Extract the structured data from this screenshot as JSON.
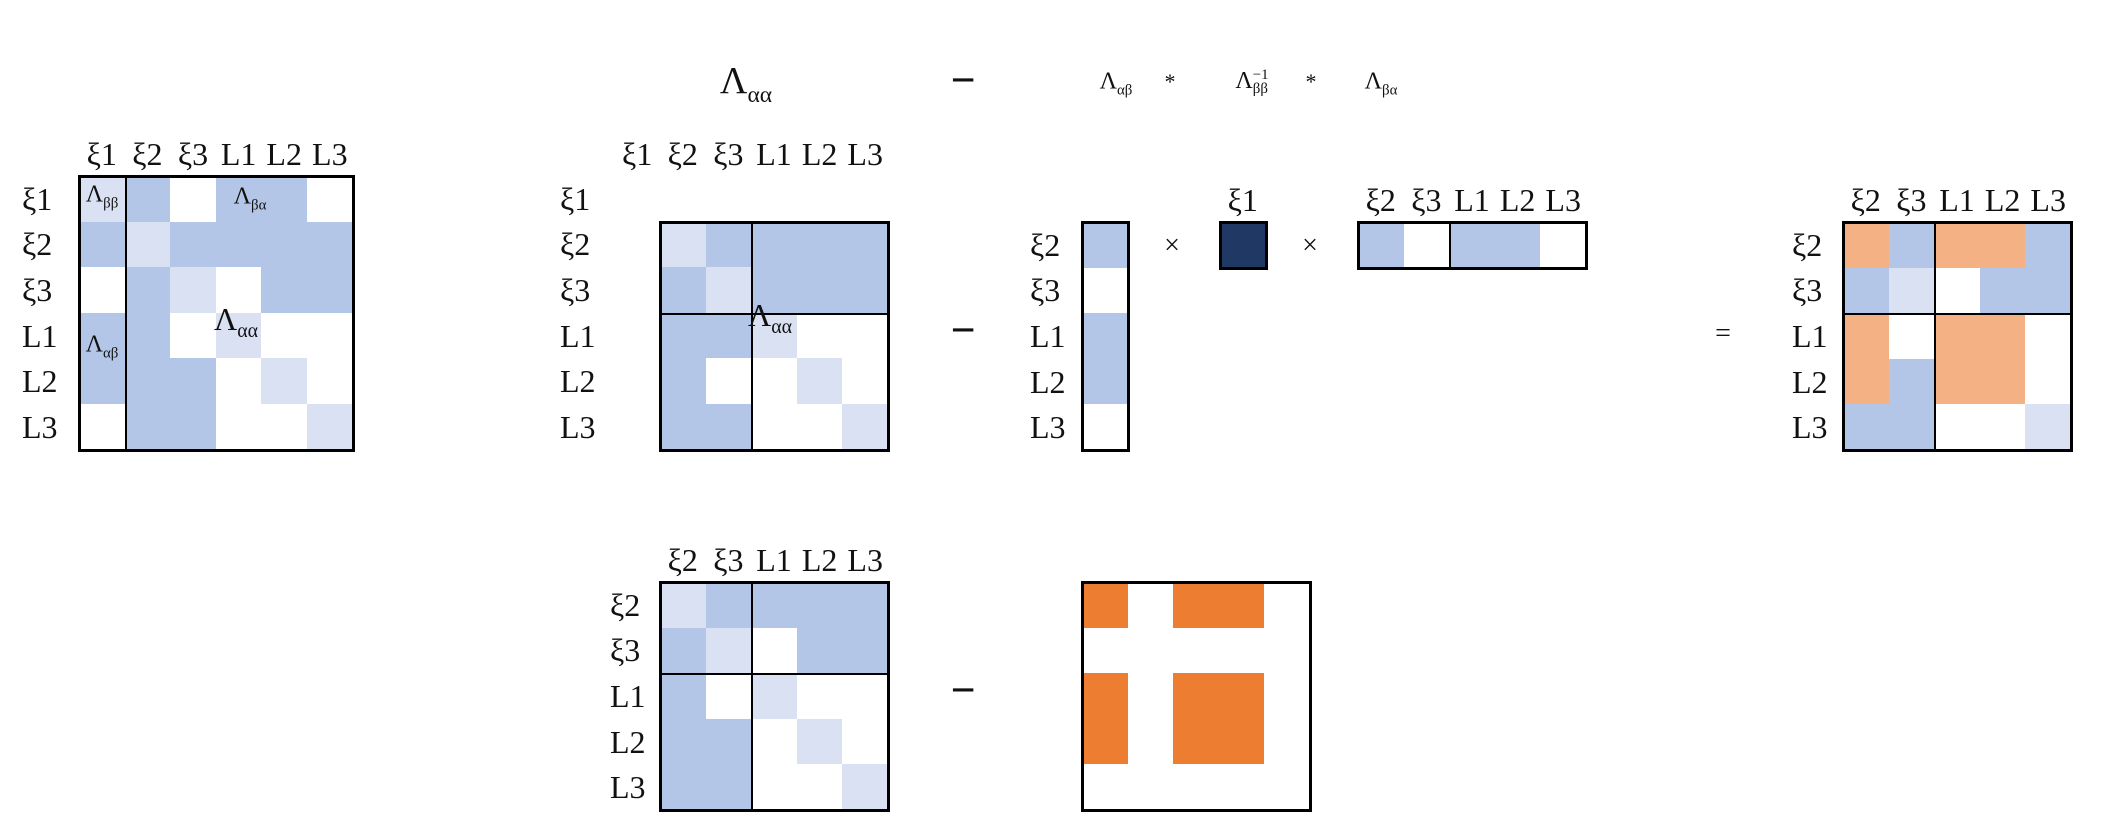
{
  "colors": {
    "blue": "#b4c6e7",
    "light_blue": "#d9e1f2",
    "navy": "#203864",
    "peach": "#f4b183",
    "orange": "#ed7d31",
    "white": "#ffffff",
    "line": "#000000"
  },
  "header": {
    "lambda_aa": {
      "base": "Λ",
      "sub": "αα"
    },
    "minus": "−",
    "lambda_ab": {
      "base": "Λ",
      "sub": "αβ"
    },
    "star1": "*",
    "lambda_bb_inv": {
      "base": "Λ",
      "sub": "ββ",
      "sup": "−1"
    },
    "star2": "*",
    "lambda_ba": {
      "base": "Λ",
      "sub": "βα"
    }
  },
  "operators": {
    "minus_row1": "−",
    "times1": "×",
    "times2": "×",
    "equals": "=",
    "minus_row2": "−"
  },
  "matrices": {
    "full": {
      "col_labels": [
        "ξ1",
        "ξ2",
        "ξ3",
        "L1",
        "L2",
        "L3"
      ],
      "row_labels": [
        "ξ1",
        "ξ2",
        "ξ3",
        "L1",
        "L2",
        "L3"
      ],
      "cells": [
        [
          "L",
          "B",
          "W",
          "B",
          "B",
          "W"
        ],
        [
          "B",
          "L",
          "B",
          "B",
          "B",
          "B"
        ],
        [
          "W",
          "B",
          "L",
          "W",
          "B",
          "B"
        ],
        [
          "B",
          "B",
          "W",
          "L",
          "W",
          "W"
        ],
        [
          "B",
          "B",
          "B",
          "W",
          "L",
          "W"
        ],
        [
          "W",
          "B",
          "B",
          "W",
          "W",
          "L"
        ]
      ],
      "inlays": {
        "lambda_bb": {
          "base": "Λ",
          "sub": "ββ"
        },
        "lambda_ba": {
          "base": "Λ",
          "sub": "βα"
        },
        "lambda_ab": {
          "base": "Λ",
          "sub": "αβ"
        },
        "lambda_aa": {
          "base": "Λ",
          "sub": "αα"
        }
      }
    },
    "alpha": {
      "col_labels": [
        "ξ1",
        "ξ2",
        "ξ3",
        "L1",
        "L2",
        "L3"
      ],
      "row_labels": [
        "ξ1",
        "ξ2",
        "ξ3",
        "L1",
        "L2",
        "L3"
      ],
      "cells": [
        [
          "L",
          "B",
          "B",
          "B",
          "B"
        ],
        [
          "B",
          "L",
          "B",
          "B",
          "B"
        ],
        [
          "B",
          "B",
          "L",
          "W",
          "W"
        ],
        [
          "B",
          "W",
          "W",
          "L",
          "W"
        ],
        [
          "B",
          "B",
          "W",
          "W",
          "L"
        ]
      ],
      "inlays": {
        "lambda_aa": {
          "base": "Λ",
          "sub": "αα"
        }
      }
    },
    "col_vec": {
      "row_labels": [
        "ξ2",
        "ξ3",
        "L1",
        "L2",
        "L3"
      ],
      "cells": [
        [
          "B"
        ],
        [
          "W"
        ],
        [
          "B"
        ],
        [
          "B"
        ],
        [
          "W"
        ]
      ]
    },
    "scalar": {
      "col_labels": [
        "ξ1"
      ],
      "cells": [
        [
          "N"
        ]
      ]
    },
    "row_vec": {
      "col_labels": [
        "ξ2",
        "ξ3",
        "L1",
        "L2",
        "L3"
      ],
      "cells": [
        [
          "B",
          "W",
          "B",
          "B",
          "W"
        ]
      ]
    },
    "result": {
      "col_labels": [
        "ξ2",
        "ξ3",
        "L1",
        "L2",
        "L3"
      ],
      "row_labels": [
        "ξ2",
        "ξ3",
        "L1",
        "L2",
        "L3"
      ],
      "cells": [
        [
          "P",
          "B",
          "P",
          "P",
          "B"
        ],
        [
          "B",
          "L",
          "W",
          "B",
          "B"
        ],
        [
          "P",
          "W",
          "P",
          "P",
          "W"
        ],
        [
          "P",
          "B",
          "P",
          "P",
          "W"
        ],
        [
          "B",
          "B",
          "W",
          "W",
          "L"
        ]
      ]
    },
    "bottom_left": {
      "col_labels": [
        "ξ2",
        "ξ3",
        "L1",
        "L2",
        "L3"
      ],
      "row_labels": [
        "ξ2",
        "ξ3",
        "L1",
        "L2",
        "L3"
      ],
      "cells": [
        [
          "L",
          "B",
          "B",
          "B",
          "B"
        ],
        [
          "B",
          "L",
          "W",
          "B",
          "B"
        ],
        [
          "B",
          "W",
          "L",
          "W",
          "W"
        ],
        [
          "B",
          "B",
          "W",
          "L",
          "W"
        ],
        [
          "B",
          "B",
          "W",
          "W",
          "L"
        ]
      ]
    },
    "orange_mask": {
      "cells": [
        [
          "O",
          "W",
          "O",
          "O",
          "W"
        ],
        [
          "W",
          "W",
          "W",
          "W",
          "W"
        ],
        [
          "O",
          "W",
          "O",
          "O",
          "W"
        ],
        [
          "O",
          "W",
          "O",
          "O",
          "W"
        ],
        [
          "W",
          "W",
          "W",
          "W",
          "W"
        ]
      ]
    }
  }
}
